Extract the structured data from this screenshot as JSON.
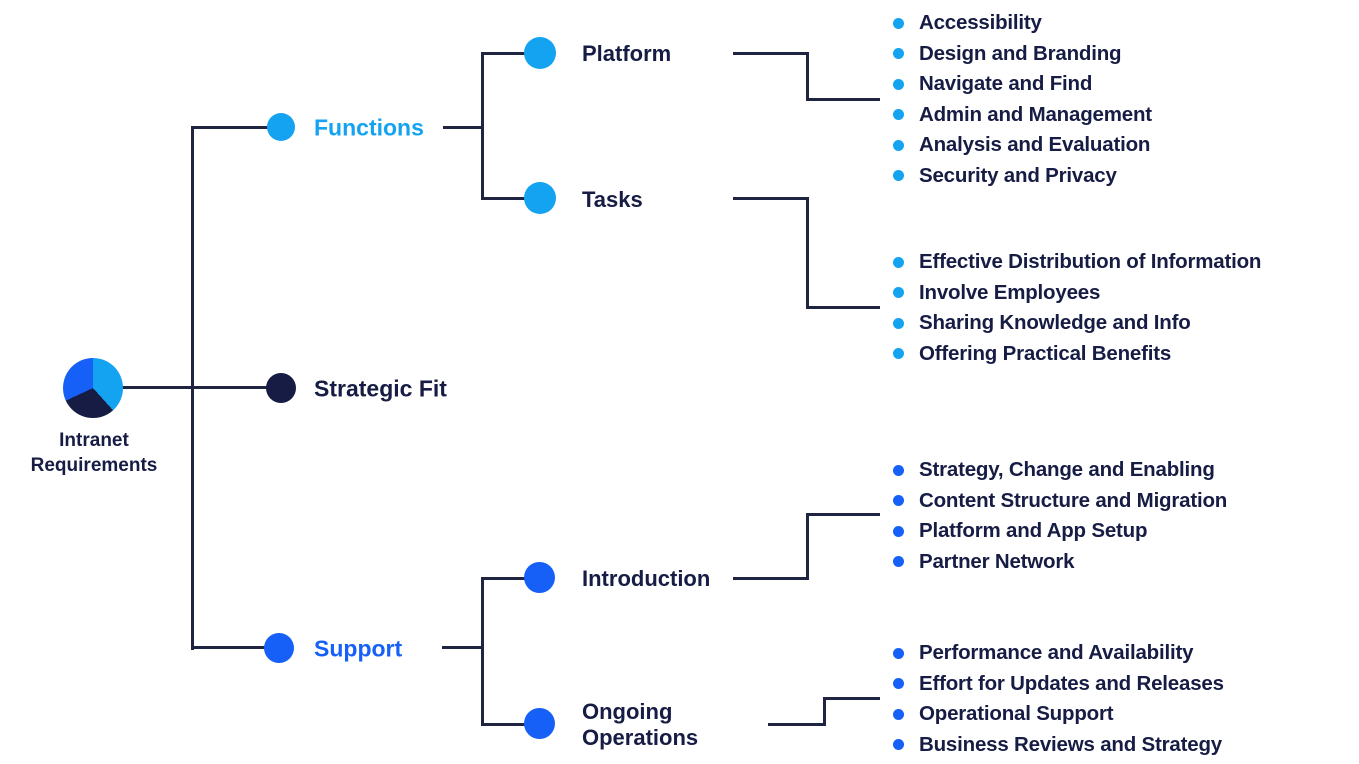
{
  "colors": {
    "light_blue": "#14A3F1",
    "royal_blue": "#1660F8",
    "navy": "#161C44",
    "line": "#1F2440",
    "background": "#FFFFFF"
  },
  "icons": {
    "root": "pie-chart-icon",
    "node": "circle-icon",
    "bullet": "bullet-dot-icon"
  },
  "root": {
    "label_line1": "Intranet",
    "label_line2": "Requirements"
  },
  "branches": [
    {
      "label": "Functions",
      "color": "light_blue",
      "children": [
        {
          "label": "Platform",
          "items": [
            "Accessibility",
            "Design and Branding",
            "Navigate and Find",
            "Admin and Management",
            "Analysis and Evaluation",
            "Security and Privacy"
          ]
        },
        {
          "label": "Tasks",
          "items": [
            "Effective Distribution of Information",
            "Involve Employees",
            "Sharing Knowledge and Info",
            "Offering Practical Benefits"
          ]
        }
      ]
    },
    {
      "label": "Strategic Fit",
      "color": "navy",
      "children": []
    },
    {
      "label": "Support",
      "color": "royal_blue",
      "children": [
        {
          "label": "Introduction",
          "items": [
            "Strategy, Change and Enabling",
            "Content Structure and Migration",
            "Platform and App Setup",
            "Partner Network"
          ]
        },
        {
          "label": "Ongoing Operations",
          "label_line1": "Ongoing",
          "label_line2": "Operations",
          "items": [
            "Performance and Availability",
            "Effort for Updates and Releases",
            "Operational Support",
            "Business Reviews and Strategy"
          ]
        }
      ]
    }
  ]
}
